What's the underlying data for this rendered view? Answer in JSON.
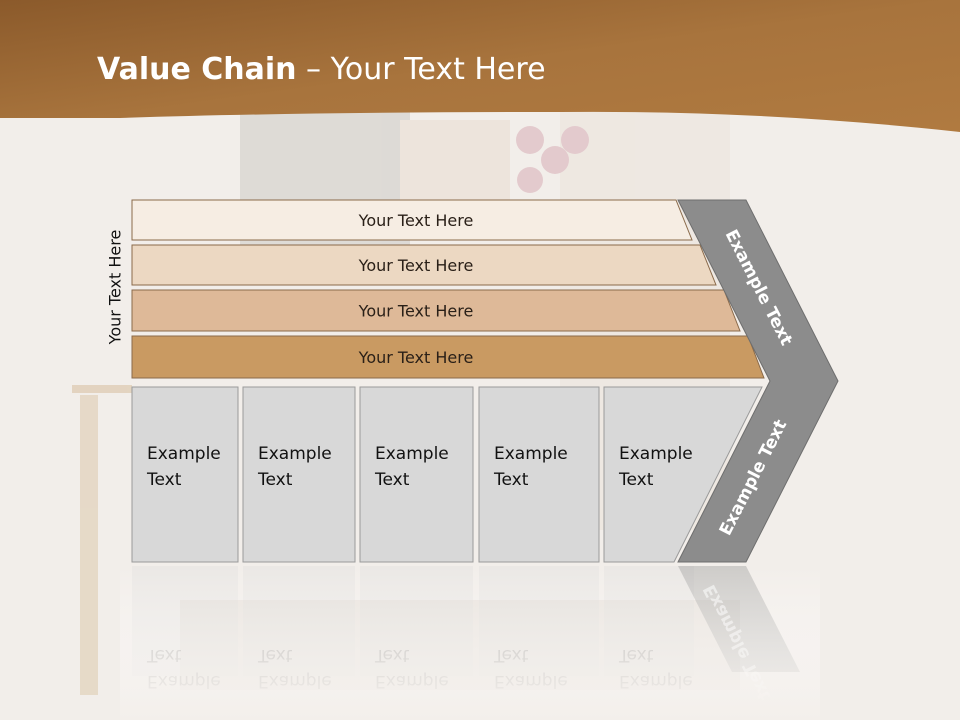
{
  "title": {
    "bold": "Value Chain",
    "rest": " – Your Text Here"
  },
  "side_label": "Your Text Here",
  "bars": [
    {
      "label": "Your Text Here",
      "color": "#f6ede3"
    },
    {
      "label": "Your Text Here",
      "color": "#ecd8c2"
    },
    {
      "label": "Your Text Here",
      "color": "#deb998"
    },
    {
      "label": "Your Text Here",
      "color": "#c99a62"
    }
  ],
  "boxes": [
    {
      "line1": "Example",
      "line2": "Text"
    },
    {
      "line1": "Example",
      "line2": "Text"
    },
    {
      "line1": "Example",
      "line2": "Text"
    },
    {
      "line1": "Example",
      "line2": "Text"
    },
    {
      "line1": "Example",
      "line2": "Text"
    }
  ],
  "chevron": {
    "upper_label": "Example Text",
    "lower_label": "Example Text",
    "color": "#8c8c8c"
  },
  "colors": {
    "header": "#9e6b35",
    "box_fill": "#d8d8d8",
    "box_border": "#9a9a9a"
  }
}
